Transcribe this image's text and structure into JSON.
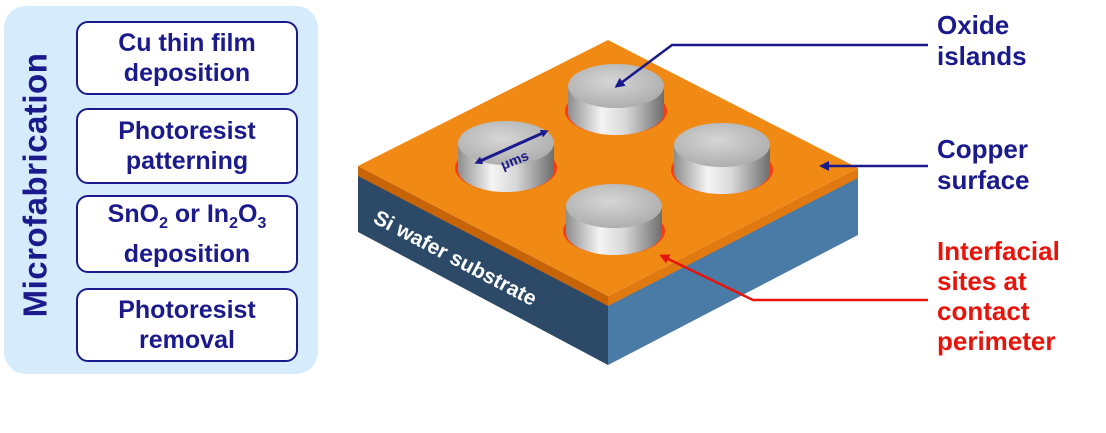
{
  "panel": {
    "title": "Microfabrication",
    "steps": [
      {
        "line1": "Cu thin film",
        "line2": "deposition"
      },
      {
        "line1": "Photoresist",
        "line2": "patterning"
      },
      {
        "line1_a": "SnO",
        "line1_sub1": "2",
        "line1_b": " or In",
        "line1_sub2": "2",
        "line1_c": "O",
        "line1_sub3": "3",
        "line2": "deposition"
      },
      {
        "line1": "Photoresist",
        "line2": "removal"
      }
    ]
  },
  "diagram": {
    "substrate_label": "Si wafer substrate",
    "scale_label": "μms",
    "labels": {
      "oxide": {
        "line1": "Oxide",
        "line2": "islands"
      },
      "copper": {
        "line1": "Copper",
        "line2": "surface"
      },
      "interfacial": {
        "line1": "Interfacial",
        "line2": "sites at",
        "line3": "contact",
        "line4": "perimeter"
      }
    },
    "colors": {
      "copper": "#f08a14",
      "copper_edge": "#c86408",
      "substrate_front": "#2c4a68",
      "substrate_right": "#4a7aa6",
      "ring": "#ff3a10",
      "navy": "#1a1a8c",
      "red": "#e8140c"
    }
  }
}
